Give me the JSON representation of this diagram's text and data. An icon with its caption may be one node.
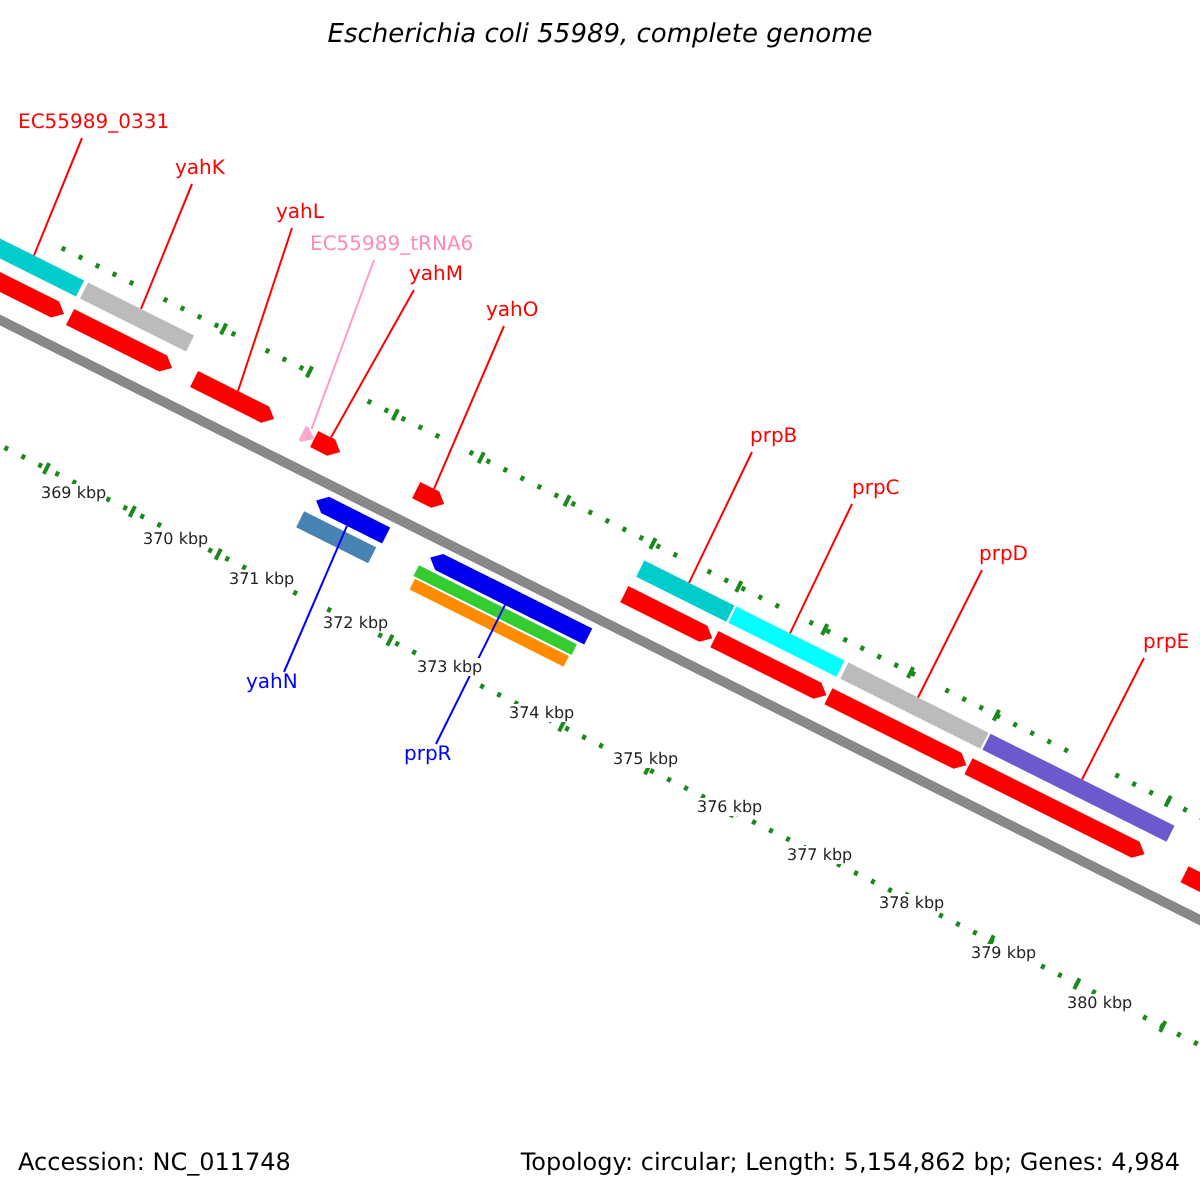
{
  "diagram": {
    "title": "Escherichia coli 55989, complete genome",
    "nodes": [
      {
        "text": [
          "EC55989_0331"
        ]
      },
      {
        "text": [
          "yahK"
        ]
      },
      {
        "text": [
          "yahL"
        ]
      },
      {
        "text": [
          "EC55989_tRNA6"
        ]
      },
      {
        "text": [
          "yahM"
        ]
      },
      {
        "text": [
          "yahO"
        ]
      },
      {
        "text": [
          "prpB"
        ]
      },
      {
        "text": [
          "prpC"
        ]
      },
      {
        "text": [
          "prpD"
        ]
      },
      {
        "text": [
          "prpE"
        ]
      },
      {
        "text": [
          "yahN"
        ]
      },
      {
        "text": [
          "prpR"
        ]
      },
      {
        "text": [],
        "shape": "bar"
      },
      {
        "text": [],
        "shape": "bar"
      },
      {
        "text": [],
        "shape": "bar"
      },
      {
        "text": [],
        "shape": "bar"
      },
      {
        "text": [],
        "shape": "bar"
      },
      {
        "text": [],
        "shape": "bar"
      },
      {
        "text": [],
        "shape": "pentagon"
      },
      {
        "text": [],
        "shape": "pentagon"
      },
      {
        "text": [],
        "shape": "pentagon"
      },
      {
        "text": [],
        "shape": "pentagon"
      },
      {
        "text": [],
        "shape": "pentagon"
      },
      {
        "text": [],
        "shape": "pentagon"
      },
      {
        "text": [],
        "shape": "pentagon"
      },
      {
        "text": [],
        "shape": "pentagon"
      },
      {
        "text": [],
        "shape": "pentagon"
      },
      {
        "text": [],
        "shape": "pentagon"
      },
      {
        "text": [],
        "shape": "pentagon"
      },
      {
        "text": [],
        "shape": "pentagon"
      },
      {
        "text": [],
        "shape": "bar"
      },
      {
        "text": [],
        "shape": "pentagon"
      },
      {
        "text": [],
        "shape": "bar"
      },
      {
        "text": [],
        "shape": "bar"
      }
    ],
    "edges": [
      {
        "from": 0,
        "to": 12,
        "arrow": "none"
      },
      {
        "from": 1,
        "to": 13,
        "arrow": "none"
      },
      {
        "from": 2,
        "to": 20,
        "arrow": "none"
      },
      {
        "from": 3,
        "to": 21,
        "arrow": "none",
        "color": "#ff99cc"
      },
      {
        "from": 4,
        "to": 22,
        "arrow": "none"
      },
      {
        "from": 5,
        "to": 23,
        "arrow": "none"
      },
      {
        "from": 6,
        "to": 14,
        "arrow": "none"
      },
      {
        "from": 7,
        "to": 15,
        "arrow": "none"
      },
      {
        "from": 8,
        "to": 16,
        "arrow": "none"
      },
      {
        "from": 9,
        "to": 17,
        "arrow": "none"
      },
      {
        "from": 10,
        "to": 29,
        "arrow": "none",
        "color": "#0000ff"
      },
      {
        "from": 11,
        "to": 31,
        "arrow": "none",
        "color": "#0000ff"
      }
    ],
    "labels": [
      "369 kbp",
      "370 kbp",
      "371 kbp",
      "372 kbp",
      "373 kbp",
      "374 kbp",
      "375 kbp",
      "376 kbp",
      "377 kbp",
      "378 kbp",
      "379 kbp",
      "380 kbp",
      "Accession: NC_011748",
      "Topology: circular; Length: 5,154,862 bp; Genes: 4,984"
    ]
  }
}
